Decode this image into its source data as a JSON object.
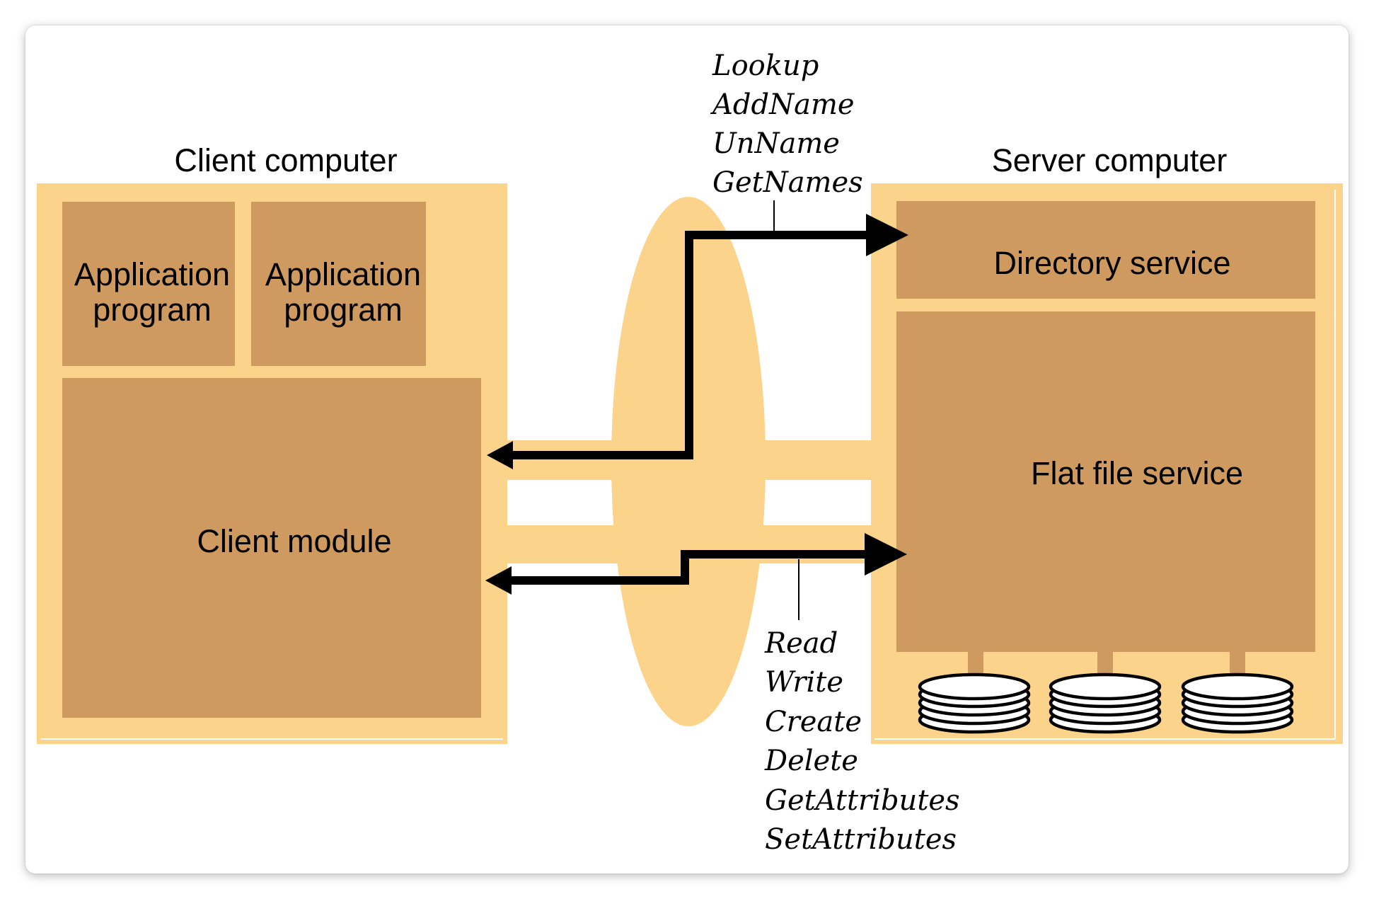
{
  "client": {
    "title": "Client computer",
    "app1": [
      "Application",
      "program"
    ],
    "app2": [
      "Application",
      "program"
    ],
    "module": "Client module"
  },
  "server": {
    "title": "Server computer",
    "directory": "Directory service",
    "flatfile": "Flat file service"
  },
  "directory_ops": [
    "Lookup",
    "AddName",
    "UnName",
    "GetNames"
  ],
  "file_ops": [
    "Read",
    "Write",
    "Create",
    "Delete",
    "GetAttributes",
    "SetAttributes"
  ],
  "colors": {
    "light": "#fcd38a",
    "dark": "#cf9a60",
    "line": "#000000",
    "background": "#ffffff"
  }
}
